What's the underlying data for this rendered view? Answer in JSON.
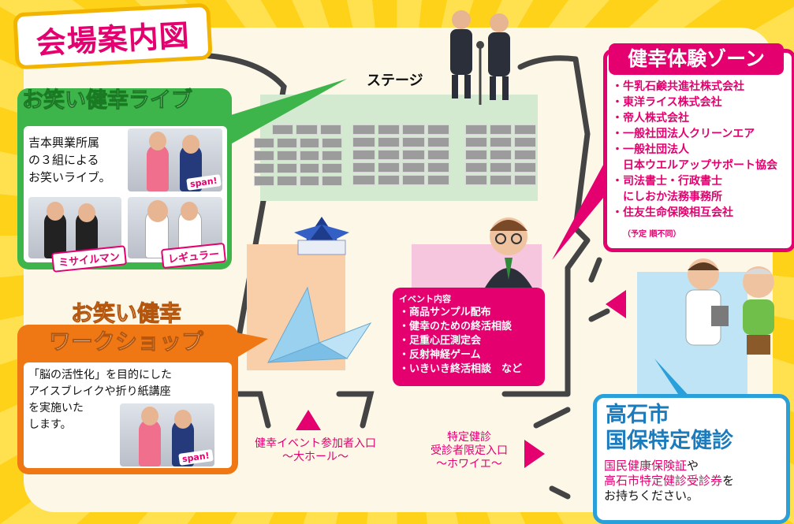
{
  "page_title": "会場案内図",
  "stage": {
    "label": "ステージ"
  },
  "live": {
    "heading": "お笑い健幸ライブ",
    "description": "吉本興業所属\nの３組による\nお笑いライブ。",
    "acts": [
      {
        "name": "span!"
      },
      {
        "name": "ミサイルマン"
      },
      {
        "name": "レギュラー"
      }
    ]
  },
  "workshop": {
    "heading_line1": "お笑い健幸",
    "heading_line2": "ワークショップ",
    "description_line1": "「脳の活性化」を目的にした",
    "description_line2": "アイスブレイクや折り紙講座",
    "description_line3": "を実施いた",
    "description_line4": "します。",
    "act": "span!"
  },
  "experience": {
    "heading": "健幸体験ゾーン",
    "items": [
      "・牛乳石鹸共進社株式会社",
      "・東洋ライス株式会社",
      "・帝人株式会社",
      "・一般社団法人クリーンエア",
      "・一般社団法人",
      "　日本ウエルアップサポート協会",
      "・司法書士・行政書士",
      "　にしおか法務事務所",
      "・住友生命保険相互会社"
    ],
    "note": "（予定 順不同）"
  },
  "events": {
    "title": "イベント内容",
    "items": [
      "・商品サンプル配布",
      "・健幸のための終活相談",
      "・足重心圧測定会",
      "・反射神経ゲーム",
      "・いきいき終活相談　など"
    ]
  },
  "checkup": {
    "heading_line1": "高石市",
    "heading_line2": "国保特定健診",
    "text_line1_red": "国民健康保険証",
    "text_line1_rest": "や",
    "text_line2_red": "高石市特定健診受診券",
    "text_line2_rest": "を",
    "text_line3": "お持ちください。"
  },
  "entrances": {
    "main_line1": "健幸イベント参加者入口",
    "main_line2": "～大ホール～",
    "foyer_line1": "特定健診",
    "foyer_line2": "受診者限定入口",
    "foyer_line3": "～ホワイエ～"
  },
  "colors": {
    "accent_pink": "#e4006f",
    "green": "#3db54a",
    "orange": "#f07814",
    "blue": "#2aa0da",
    "yellow": "#ffd21a"
  },
  "icons": [
    "kabuto-origami-icon",
    "crane-origami-icon",
    "presenter-icon",
    "doctor-icon",
    "comedian-duo-icon"
  ]
}
